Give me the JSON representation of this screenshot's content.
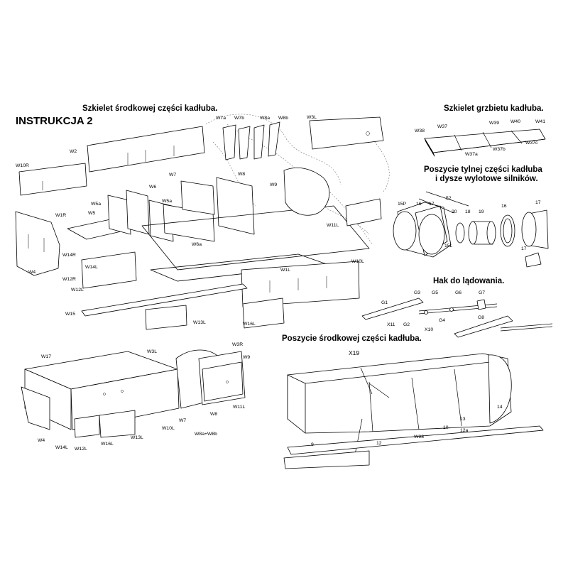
{
  "title": "INSTRUKCJA 2",
  "sections": {
    "center_skeleton": "Szkielet środkowej części kadłuba.",
    "back_skeleton": "Szkielet grzbietu kadłuba.",
    "rear_covering_line1": "Poszycie tylnej części kadłuba",
    "rear_covering_line2": "i dysze wylotowe silników.",
    "landing_hook": "Hak do lądowania.",
    "center_covering": "Poszycie środkowej części kadłuba."
  },
  "labels": {
    "skeleton": [
      "W2",
      "W10R",
      "W4",
      "W1R",
      "W5",
      "W5a",
      "W6",
      "W5a",
      "W6a",
      "W7",
      "W8",
      "W9",
      "W11L",
      "W10L",
      "W1L",
      "W14R",
      "W12R",
      "W14L",
      "W12L",
      "W15",
      "W13L",
      "W16L",
      "W7a",
      "W7b",
      "W8a",
      "W8b",
      "W3L"
    ],
    "back": [
      "W38",
      "W37",
      "W39",
      "W40",
      "W41",
      "W37a",
      "W37b",
      "W37c"
    ],
    "rear": [
      "15P",
      "16",
      "17",
      "52",
      "20",
      "18",
      "19",
      "16",
      "17",
      "15L",
      "17"
    ],
    "hook": [
      "G1",
      "G3",
      "G5",
      "G6",
      "G7",
      "X11",
      "G2",
      "X10",
      "G4",
      "G8"
    ],
    "assembly": [
      "W17",
      "W3L",
      "W3R",
      "W9",
      "W11L",
      "W8",
      "W7",
      "W10L",
      "W8a+W8b",
      "W4",
      "W14L",
      "W12L",
      "W16L",
      "W13L"
    ],
    "covering": [
      "X19",
      "14",
      "13",
      "10",
      "W98",
      "12a",
      "12",
      "9"
    ]
  }
}
